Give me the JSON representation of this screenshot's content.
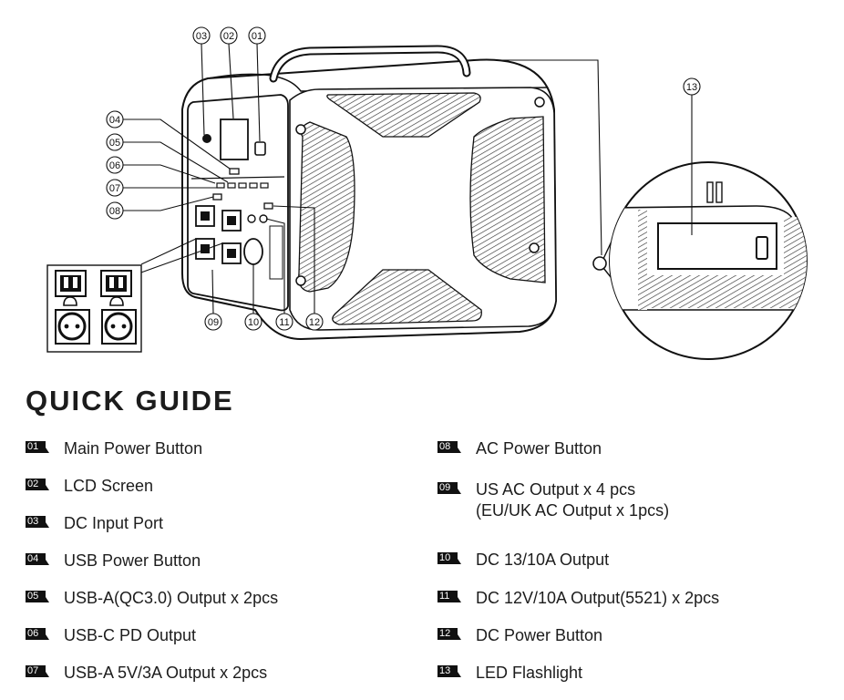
{
  "diagram": {
    "callouts": [
      "01",
      "02",
      "03",
      "04",
      "05",
      "06",
      "07",
      "08",
      "09",
      "10",
      "11",
      "12",
      "13"
    ]
  },
  "guide": {
    "title": "QUICK GUIDE",
    "items": [
      {
        "num": "01",
        "label": "Main Power Button"
      },
      {
        "num": "02",
        "label": "LCD Screen"
      },
      {
        "num": "03",
        "label": "DC Input Port"
      },
      {
        "num": "04",
        "label": "USB Power Button"
      },
      {
        "num": "05",
        "label": "USB-A(QC3.0) Output x 2pcs"
      },
      {
        "num": "06",
        "label": "USB-C PD Output"
      },
      {
        "num": "07",
        "label": "USB-A 5V/3A Output x 2pcs"
      },
      {
        "num": "08",
        "label": "AC Power Button"
      },
      {
        "num": "09",
        "label": "US AC Output x 4 pcs\n(EU/UK AC Output x 1pcs)"
      },
      {
        "num": "10",
        "label": "DC 13/10A Output"
      },
      {
        "num": "11",
        "label": "DC 12V/10A Output(5521) x 2pcs"
      },
      {
        "num": "12",
        "label": "DC Power Button"
      },
      {
        "num": "13",
        "label": "LED Flashlight"
      }
    ]
  }
}
